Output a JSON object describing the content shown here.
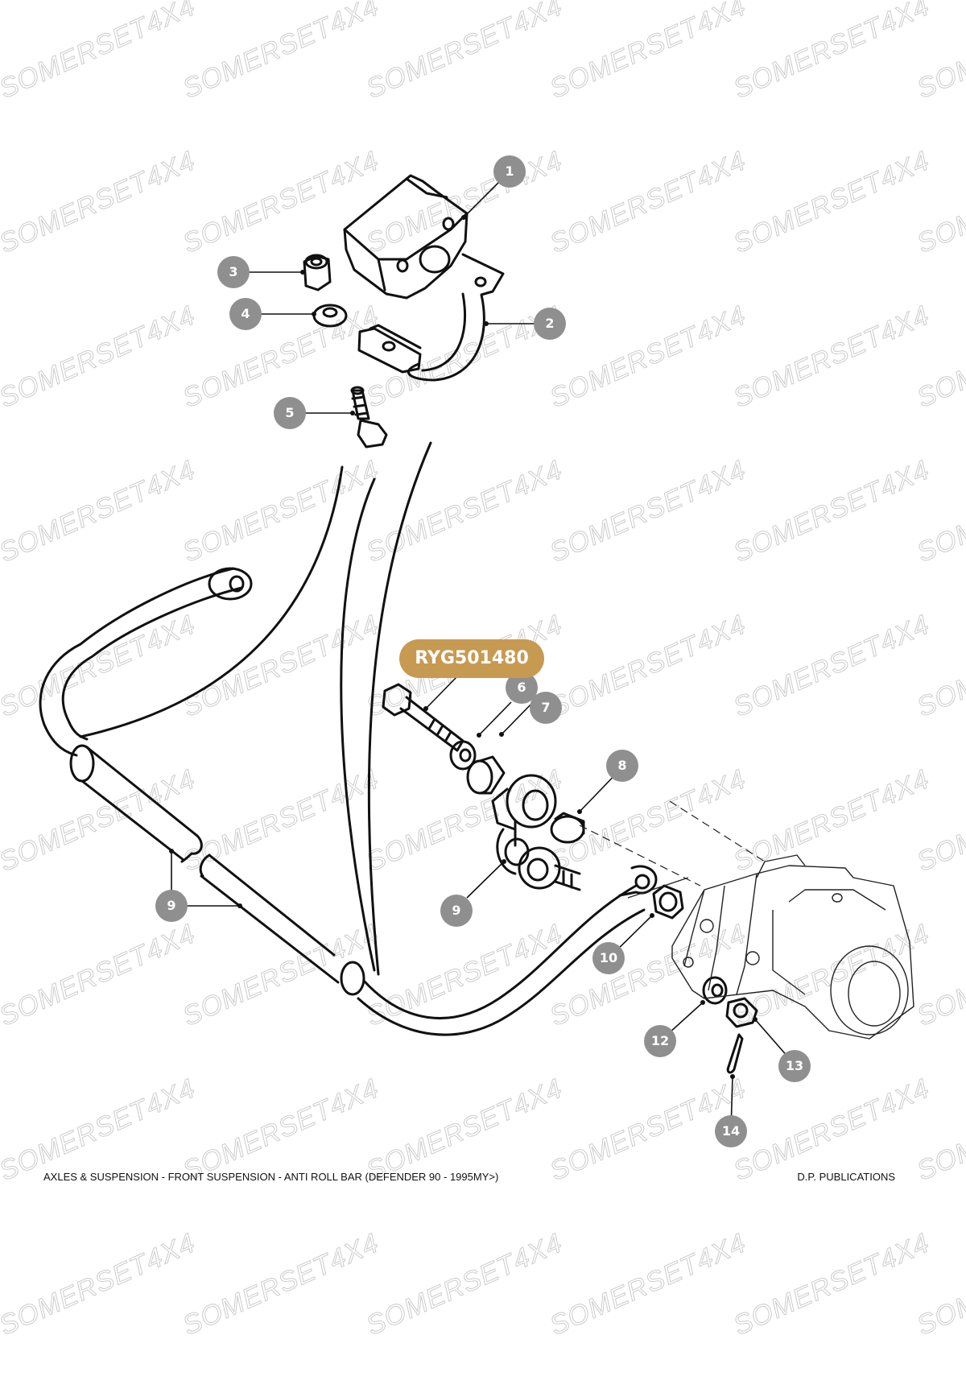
{
  "diagram": {
    "caption": "AXLES & SUSPENSION - FRONT SUSPENSION - ANTI ROLL BAR  (DEFENDER 90 - 1995MY>)",
    "publisher": "D.P. PUBLICATIONS",
    "watermark": "SOMERSET4X4",
    "part_tag": "RYG501480",
    "callouts": [
      "1",
      "2",
      "3",
      "4",
      "5",
      "6",
      "7",
      "8",
      "9",
      "9",
      "10",
      "12",
      "13",
      "14"
    ]
  },
  "colors": {
    "callout": "#8f8f8f",
    "part_tag": "#c79a52",
    "line": "#111111",
    "watermark": "#cccccc"
  }
}
